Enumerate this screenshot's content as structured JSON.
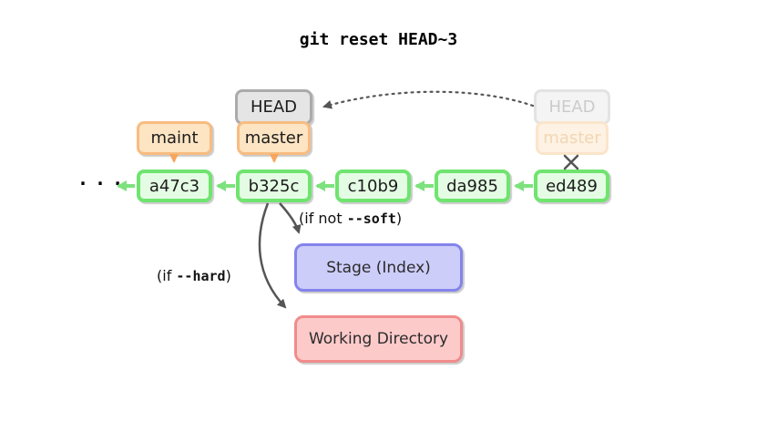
{
  "title": "git reset HEAD~3",
  "ellipsis": "...",
  "refs": {
    "maint": "maint",
    "head": "HEAD",
    "master": "master",
    "old_head": "HEAD",
    "old_master": "master"
  },
  "commits": [
    "a47c3",
    "b325c",
    "c10b9",
    "da985",
    "ed489"
  ],
  "areas": {
    "stage": "Stage (Index)",
    "working_directory": "Working Directory"
  },
  "annotations": {
    "soft": {
      "prefix": "(if not ",
      "code": "--soft",
      "suffix": ")"
    },
    "hard": {
      "prefix": "(if ",
      "code": "--hard",
      "suffix": ")"
    }
  },
  "colors": {
    "commit_fill": "#e4fce4",
    "commit_border": "#6fe46f",
    "branch_fill": "#fde4c3",
    "branch_border": "#f8bc80",
    "head_fill": "#e5e5e5",
    "head_border": "#ababab",
    "old_head_fill": "#f4f4f4",
    "old_head_border": "#e3e3e3",
    "old_head_text": "#cbcbcb",
    "old_branch_fill": "#fdf2e3",
    "old_branch_border": "#fbe5cb",
    "old_branch_text": "#f2d6b4",
    "stage_fill": "#cdcdfa",
    "stage_border": "#8484ec",
    "wd_fill": "#fdcaca",
    "wd_border": "#f18c8c",
    "green_arrow": "#7de27d",
    "orange_arrow": "#f8a55c",
    "gray_arrow": "#555555",
    "text": "#1c1c1c"
  }
}
